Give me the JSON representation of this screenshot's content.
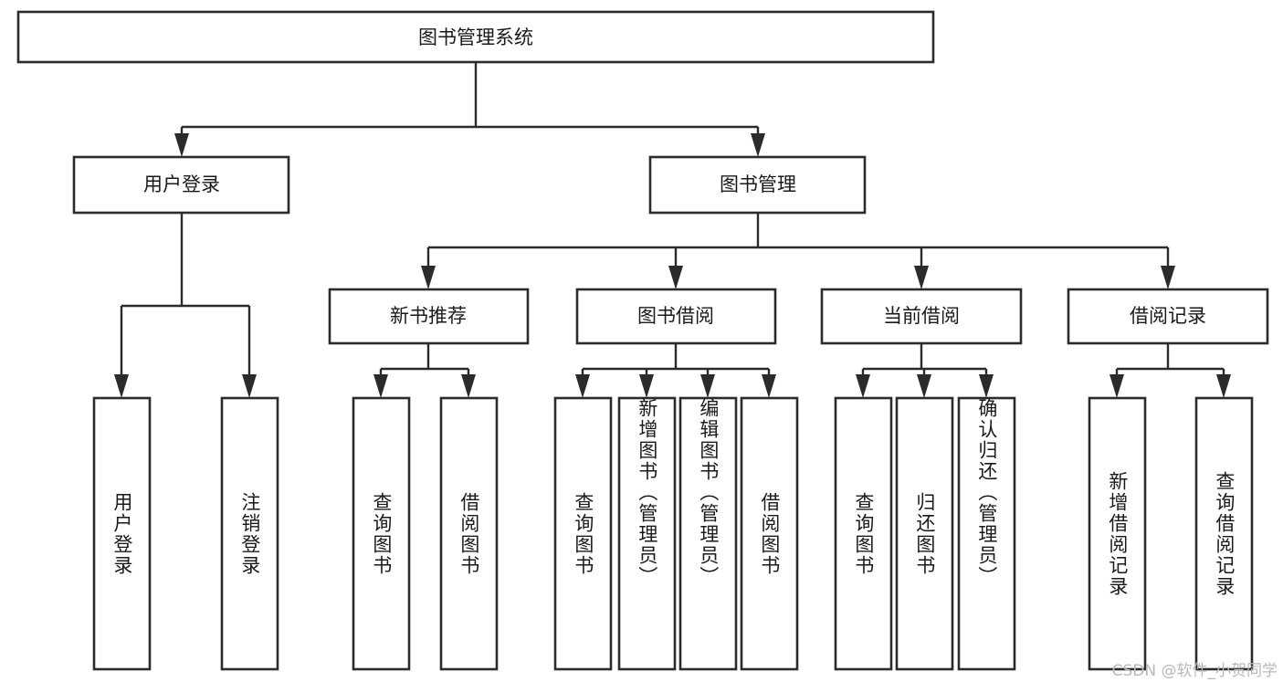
{
  "diagram": {
    "type": "tree-hierarchy",
    "title": "图书管理系统",
    "watermark": "CSDN @软件_小贺同学",
    "colors": {
      "background": "#ffffff",
      "stroke": "#2b2b2b",
      "text": "#1a1a1a",
      "watermark": "#b9b9b9"
    },
    "nodes": {
      "root": {
        "label": "图书管理系统",
        "orientation": "horizontal"
      },
      "level2": [
        {
          "id": "user-login",
          "label": "用户登录",
          "orientation": "horizontal"
        },
        {
          "id": "book-management",
          "label": "图书管理",
          "orientation": "horizontal"
        }
      ],
      "level3": [
        {
          "id": "new-book-recommend",
          "label": "新书推荐",
          "orientation": "horizontal"
        },
        {
          "id": "book-borrow",
          "label": "图书借阅",
          "orientation": "horizontal"
        },
        {
          "id": "current-borrow",
          "label": "当前借阅",
          "orientation": "horizontal"
        },
        {
          "id": "borrow-record",
          "label": "借阅记录",
          "orientation": "horizontal"
        }
      ],
      "leaves": [
        {
          "id": "leaf-user-login",
          "label": "用户登录",
          "parent": "user-login",
          "orientation": "vertical"
        },
        {
          "id": "leaf-logout-login",
          "label": "注销登录",
          "parent": "user-login",
          "orientation": "vertical"
        },
        {
          "id": "leaf-query-book-1",
          "label": "查询图书",
          "parent": "new-book-recommend",
          "orientation": "vertical"
        },
        {
          "id": "leaf-borrow-book-1",
          "label": "借阅图书",
          "parent": "new-book-recommend",
          "orientation": "vertical"
        },
        {
          "id": "leaf-query-book-2",
          "label": "查询图书",
          "parent": "book-borrow",
          "orientation": "vertical"
        },
        {
          "id": "leaf-add-book",
          "label": "新增图书（管理员）",
          "parent": "book-borrow",
          "orientation": "vertical"
        },
        {
          "id": "leaf-edit-book",
          "label": "编辑图书（管理员）",
          "parent": "book-borrow",
          "orientation": "vertical"
        },
        {
          "id": "leaf-borrow-book-2",
          "label": "借阅图书",
          "parent": "book-borrow",
          "orientation": "vertical"
        },
        {
          "id": "leaf-query-book-3",
          "label": "查询图书",
          "parent": "current-borrow",
          "orientation": "vertical"
        },
        {
          "id": "leaf-return-book",
          "label": "归还图书",
          "parent": "current-borrow",
          "orientation": "vertical"
        },
        {
          "id": "leaf-confirm-return",
          "label": "确认归还（管理员）",
          "parent": "current-borrow",
          "orientation": "vertical"
        },
        {
          "id": "leaf-add-record",
          "label": "新增借阅记录",
          "parent": "borrow-record",
          "orientation": "vertical"
        },
        {
          "id": "leaf-query-record",
          "label": "查询借阅记录",
          "parent": "borrow-record",
          "orientation": "vertical"
        }
      ]
    }
  }
}
